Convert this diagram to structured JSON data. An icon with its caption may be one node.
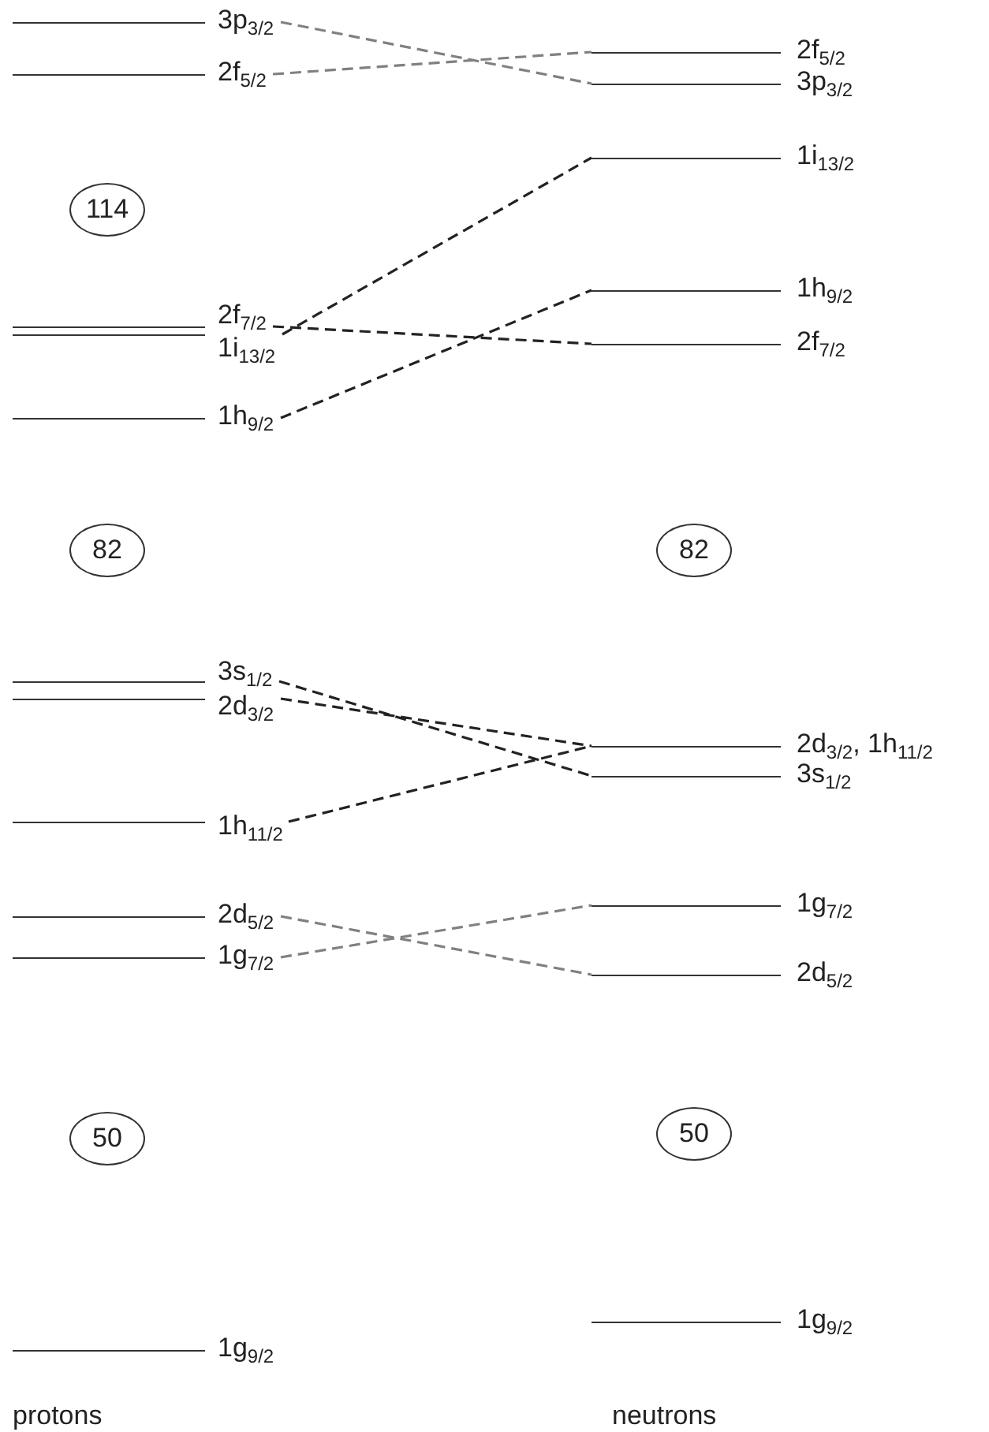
{
  "diagram": {
    "nodes": [
      {
        "text": [
          "3p$_{3/2}$"
        ]
      },
      {
        "text": [
          "2f$_{5/2}$"
        ]
      },
      {
        "text": [
          "2f$_{5/2}$"
        ]
      },
      {
        "text": [
          "3p$_{3/2}$"
        ]
      },
      {
        "text": [
          "114"
        ]
      },
      {
        "text": [
          "1i$_{13/2}$"
        ]
      },
      {
        "text": [
          "1h$_{9/2}$"
        ]
      },
      {
        "text": [
          "2f$_{7/2}$"
        ]
      },
      {
        "text": [
          "1i$_{13/2}$"
        ]
      },
      {
        "text": [
          "2f$_{7/2}$"
        ]
      },
      {
        "text": [
          "1h$_{9/2}$"
        ]
      },
      {
        "text": [
          "82"
        ]
      },
      {
        "text": [
          "82"
        ]
      },
      {
        "text": [
          "3s$_{1/2}$"
        ]
      },
      {
        "text": [
          "2d$_{3/2}$"
        ]
      },
      {
        "text": [
          "2d$_{3/2}$, 1h$_{11/2}$"
        ]
      },
      {
        "text": [
          "3s$_{1/2}$"
        ]
      },
      {
        "text": [
          "1h$_{11/2}$"
        ]
      },
      {
        "text": [
          "1g$_{7/2}$"
        ]
      },
      {
        "text": [
          "2d$_{5/2}$"
        ]
      },
      {
        "text": [
          "1g$_{7/2}$"
        ]
      },
      {
        "text": [
          "2d$_{5/2}$"
        ]
      },
      {
        "text": [
          "50"
        ]
      },
      {
        "text": [
          "50"
        ]
      },
      {
        "text": [
          "1g$_{9/2}$"
        ]
      },
      {
        "text": [
          "1g$_{9/2}$"
        ]
      }
    ],
    "edges": [
      {
        "from": 0,
        "to": 3,
        "arrow": "none",
        "style": "dashed",
        "color": "#808080"
      },
      {
        "from": 2,
        "to": 1,
        "arrow": "none",
        "style": "dashed",
        "color": "#808080"
      },
      {
        "from": 8,
        "to": 5,
        "arrow": "none",
        "style": "dashed"
      },
      {
        "from": 7,
        "to": 9,
        "arrow": "none",
        "style": "dashed"
      },
      {
        "from": 10,
        "to": 6,
        "arrow": "none",
        "style": "dashed"
      },
      {
        "from": 13,
        "to": 16,
        "arrow": "none",
        "style": "dashed"
      },
      {
        "from": 14,
        "to": 15,
        "arrow": "none",
        "style": "dashed"
      },
      {
        "from": 17,
        "to": 15,
        "arrow": "none",
        "style": "dashed"
      },
      {
        "from": 19,
        "to": 21,
        "arrow": "none",
        "style": "dashed",
        "color": "#808080"
      },
      {
        "from": 20,
        "to": 18,
        "arrow": "none",
        "style": "dashed",
        "color": "#808080"
      }
    ],
    "labels": [
      "protons",
      "neutrons"
    ]
  }
}
